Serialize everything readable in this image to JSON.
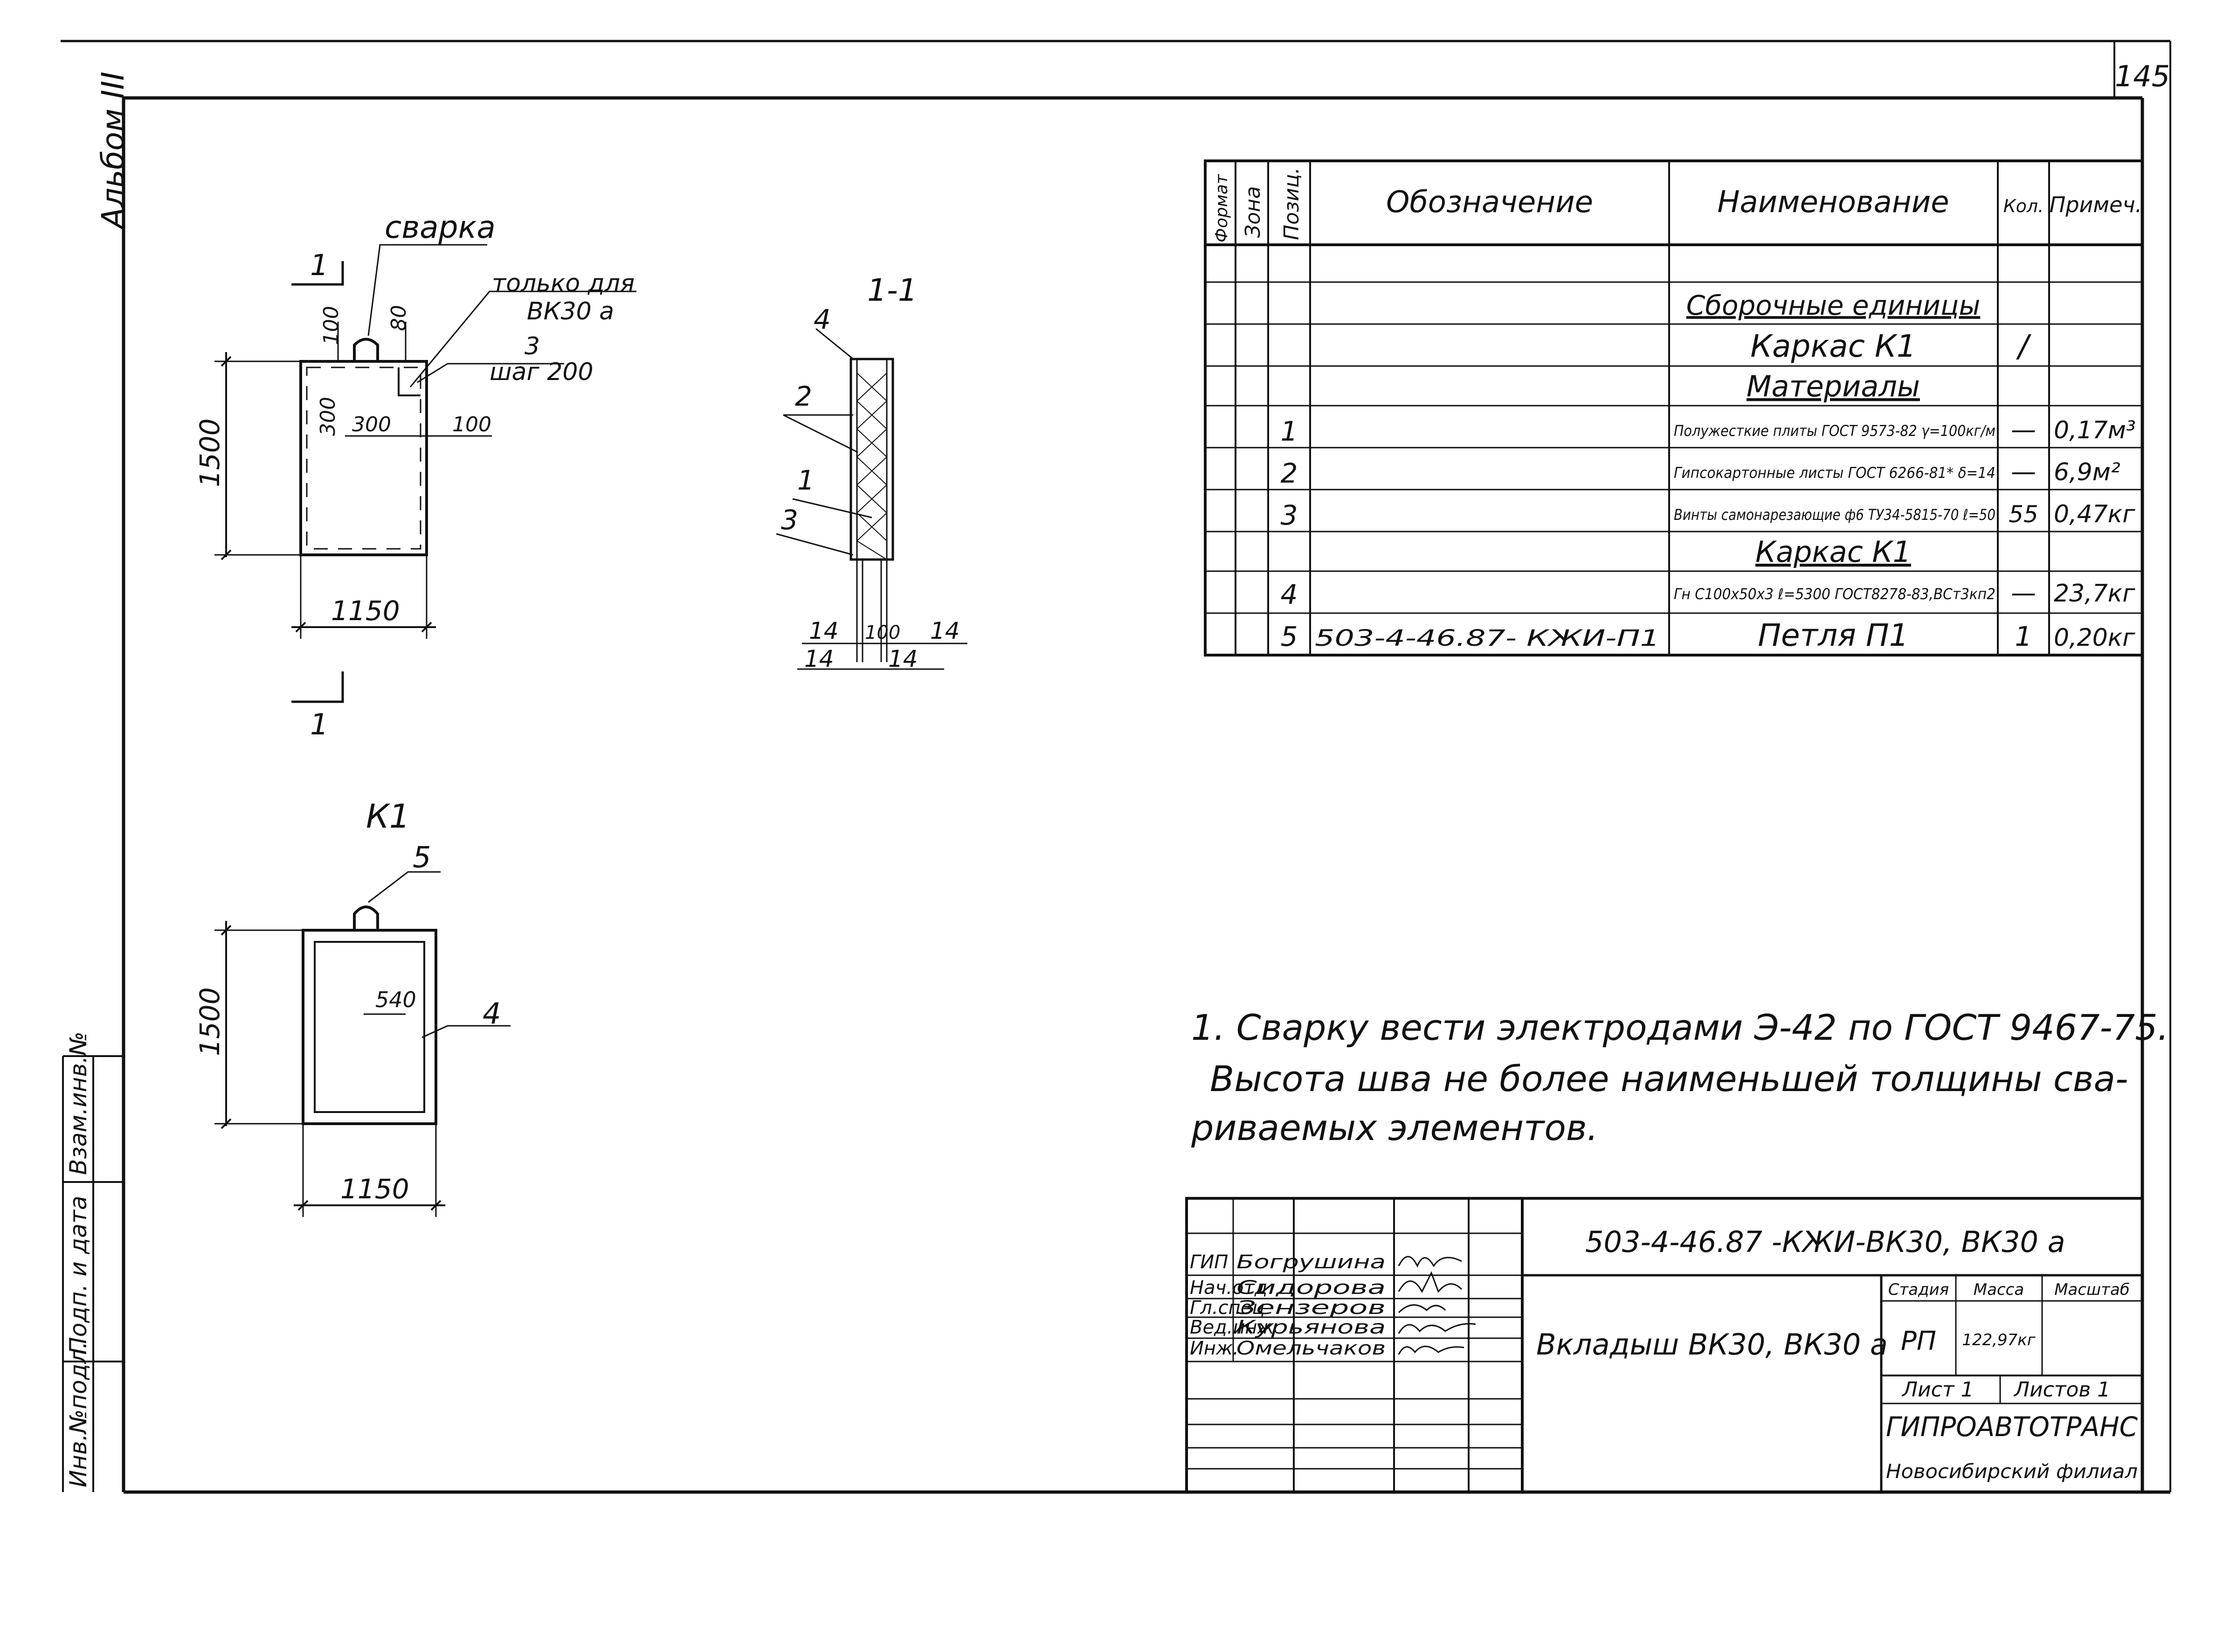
{
  "sheet": {
    "number": "145",
    "album": "Альбом III"
  },
  "side_stamp": [
    "Инв.№подл.",
    "Подп. и дата",
    "Взам.инв.№"
  ],
  "views": {
    "main": {
      "weld_label": "сварка",
      "only_for_1": "только для",
      "only_for_2": "ВК30 а",
      "pos3": "3",
      "step": "шаг 200",
      "section_mark": "1",
      "dim_100": "100",
      "dim_80": "80",
      "dim_300v": "300",
      "dim_300h": "300",
      "dim_100r": "100",
      "dim_1500": "1500",
      "dim_1150": "1150"
    },
    "section": {
      "title": "1-1",
      "pos4": "4",
      "pos2": "2",
      "pos1": "1",
      "pos3": "3",
      "dim_14a": "14",
      "dim_100": "100",
      "dim_14b": "14",
      "dim_14c": "14",
      "dim_14d": "14"
    },
    "k1": {
      "title": "К1",
      "pos5": "5",
      "pos4": "4",
      "dim_540": "540",
      "dim_1500": "1500",
      "dim_1150": "1150"
    }
  },
  "spec": {
    "headers": [
      "Формат",
      "Зона",
      "Позиц.",
      "Обозначение",
      "Наименование",
      "Кол.",
      "Примеч."
    ],
    "rows": [
      {
        "pos": "",
        "designation": "",
        "name": "",
        "qty": "",
        "note": ""
      },
      {
        "pos": "",
        "designation": "",
        "name": "Сборочные единицы",
        "qty": "",
        "note": ""
      },
      {
        "pos": "",
        "designation": "",
        "name": "Каркас К1",
        "qty": "/",
        "note": ""
      },
      {
        "pos": "",
        "designation": "",
        "name": "Материалы",
        "qty": "",
        "note": ""
      },
      {
        "pos": "1",
        "designation": "",
        "name": "Полужесткие плиты ГОСТ 9573-82 γ=100кг/м",
        "qty": "—",
        "note": "0,17м³"
      },
      {
        "pos": "2",
        "designation": "",
        "name": "Гипсокартонные листы ГОСТ 6266-81* δ=14",
        "qty": "—",
        "note": "6,9м²"
      },
      {
        "pos": "3",
        "designation": "",
        "name": "Винты самонарезающие ф6 ТУ34-5815-70 ℓ=50",
        "qty": "55",
        "note": "0,47кг"
      },
      {
        "pos": "",
        "designation": "",
        "name": "Каркас К1",
        "qty": "",
        "note": ""
      },
      {
        "pos": "4",
        "designation": "",
        "name": "Гн С100х50х3 ℓ=5300 ГОСТ8278-83,ВСт3кп2",
        "qty": "—",
        "note": "23,7кг"
      },
      {
        "pos": "5",
        "designation": "503-4-46.87- КЖИ-П1",
        "name": "Петля П1",
        "qty": "1",
        "note": "0,20кг"
      }
    ]
  },
  "notes": {
    "line1": "1. Сварку вести электродами Э-42 по ГОСТ 9467-75.",
    "line2": "Высота шва не более наименьшей толщины сва-",
    "line3": "риваемых элементов."
  },
  "title_block": {
    "code": "503-4-46.87 -КЖИ-ВК30, ВК30 а",
    "roles": [
      "ГИП",
      "Нач.отд",
      "Гл.спец",
      "Вед.инж",
      "Инж."
    ],
    "names": [
      "Богрушина",
      "Сидорова",
      "Зензеров",
      "Курьянова",
      "Омельчаков"
    ],
    "title": "Вкладыш ВК30, ВК30 а",
    "stage_label": "Стадия",
    "mass_label": "Масса",
    "scale_label": "Масштаб",
    "stage": "РП",
    "mass": "122,97кг",
    "sheet_label": "Лист 1",
    "sheets_label": "Листов 1",
    "org": "ГИПРОАВТОТРАНС",
    "branch": "Новосибирский филиал"
  }
}
